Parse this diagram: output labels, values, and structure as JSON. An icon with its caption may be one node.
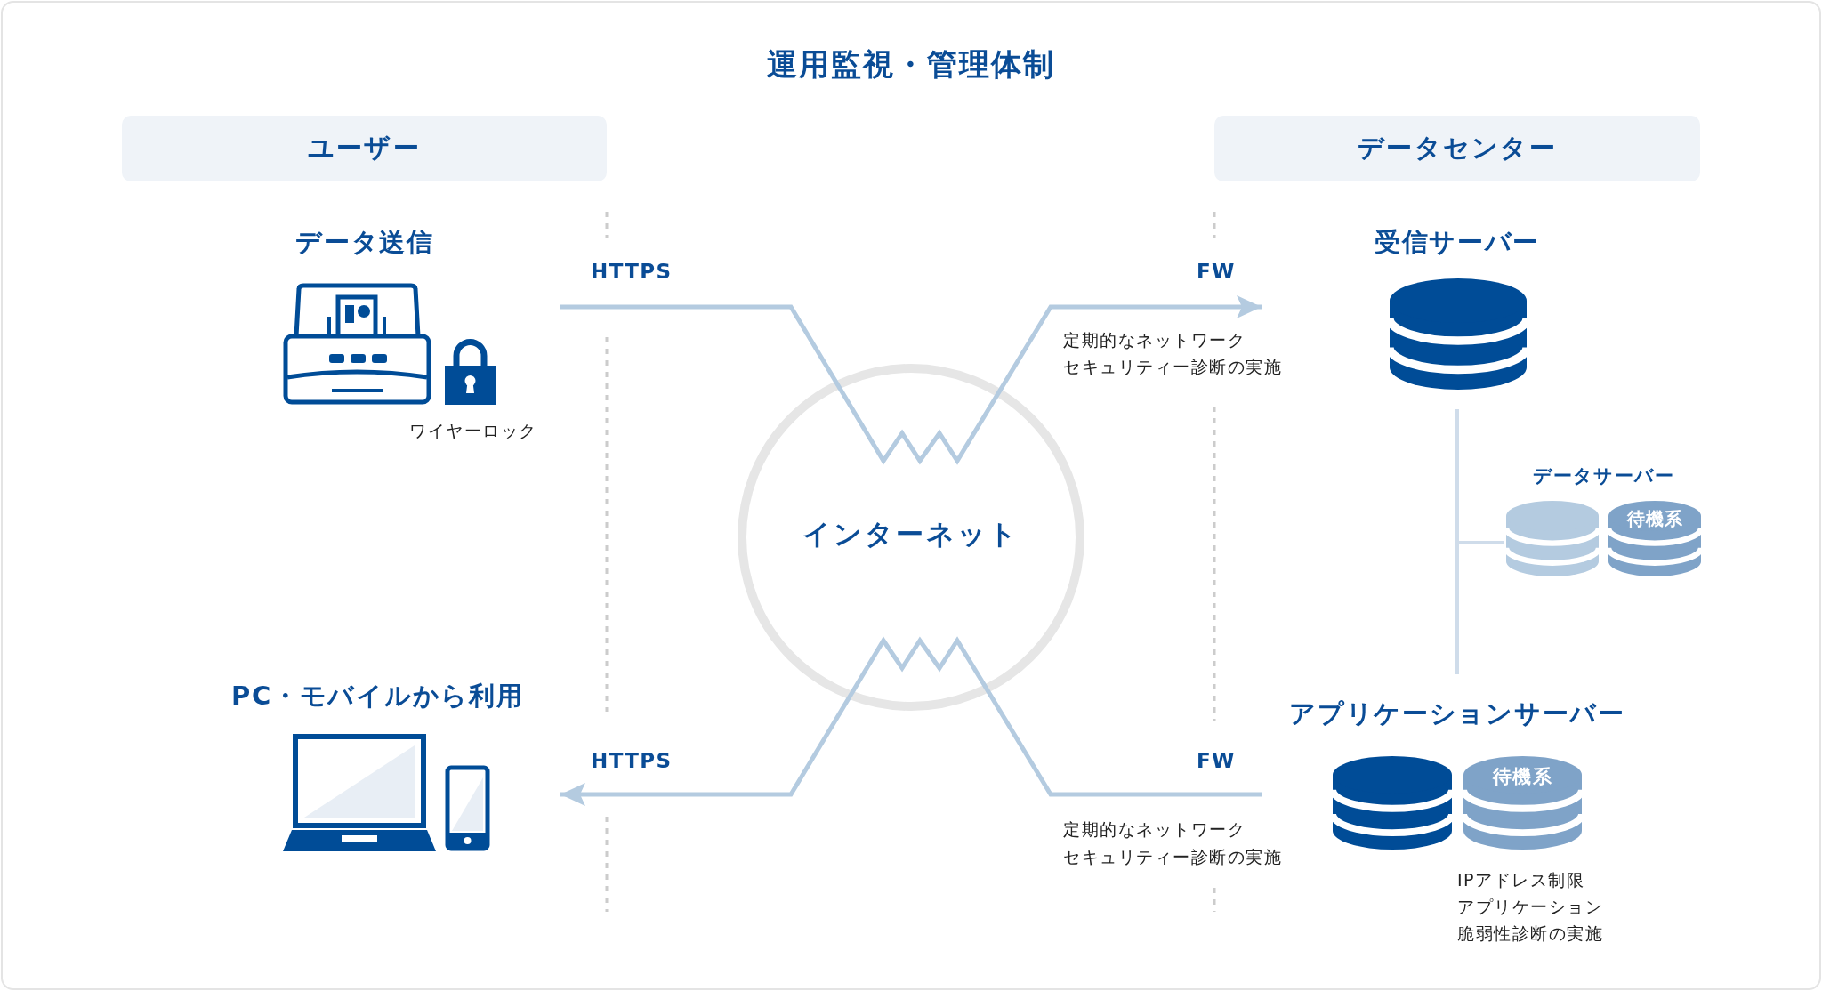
{
  "diagram": {
    "title": "運用監視・管理体制",
    "nodes": [
      {
        "text": [
          "ユーザー"
        ]
      },
      {
        "text": [
          "データセンター"
        ]
      },
      {
        "text": [
          "データ送信"
        ],
        "beside": [
          "ワイヤーロック"
        ]
      },
      {
        "text": [
          "インターネット"
        ]
      },
      {
        "text": [
          "受信サーバー"
        ]
      },
      {
        "text": [
          "データサーバー",
          "待機系"
        ]
      },
      {
        "text": [
          "アプリケーションサーバー",
          "待機系"
        ],
        "beside": [
          "IPアドレス制限",
          "アプリケーション",
          "脆弱性診断の実施"
        ]
      },
      {
        "text": [
          "PC・モバイルから利用"
        ]
      }
    ],
    "edges": [
      {
        "from": 2,
        "to": 4,
        "arrow": "to"
      },
      {
        "from": 6,
        "to": 7,
        "arrow": "to"
      },
      {
        "from": 4,
        "to": 6,
        "arrow": "none"
      },
      {
        "from": 4,
        "to": 5,
        "arrow": "none"
      }
    ],
    "labels": [
      "HTTPS",
      "FW",
      "定期的なネットワーク",
      "セキュリティー診断の実施",
      "HTTPS",
      "FW",
      "定期的なネットワーク",
      "セキュリティー診断の実施"
    ]
  }
}
